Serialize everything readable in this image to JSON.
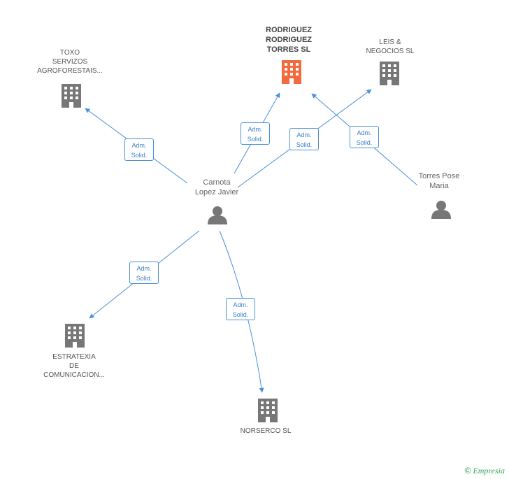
{
  "colors": {
    "edge": "#4a90d9",
    "building": "#777777",
    "main_building": "#f26a3d",
    "person": "#777777"
  },
  "nodes": {
    "main": {
      "label": "RODRIGUEZ\nRODRIGUEZ\nTORRES SL",
      "icon": "building-icon"
    },
    "toxo": {
      "label": "TOXO\nSERVIZOS\nAGROFORESTAIS...",
      "icon": "building-icon"
    },
    "leis": {
      "label": "LEIS &\nNEGOCIOS  SL",
      "icon": "building-icon"
    },
    "carnota": {
      "label": "Carnota\nLopez Javier",
      "icon": "person-icon"
    },
    "torres": {
      "label": "Torres Pose\nMaria",
      "icon": "person-icon"
    },
    "estratexia": {
      "label": "ESTRATEXIA\nDE\nCOMUNICACION...",
      "icon": "building-icon"
    },
    "norserco": {
      "label": "NORSERCO SL",
      "icon": "building-icon"
    }
  },
  "relations": {
    "r1": {
      "line1": "Adm.",
      "line2": "Solid."
    },
    "r2": {
      "line1": "Adm.",
      "line2": "Solid."
    },
    "r3": {
      "line1": "Adm.",
      "line2": "Solid."
    },
    "r4": {
      "line1": "Adm.",
      "line2": "Solid."
    },
    "r5": {
      "line1": "Adm.",
      "line2": "Solid."
    },
    "r6": {
      "line1": "Adm.",
      "line2": "Solid."
    }
  },
  "footer": {
    "copyright": "©",
    "brand": "Empresia"
  }
}
